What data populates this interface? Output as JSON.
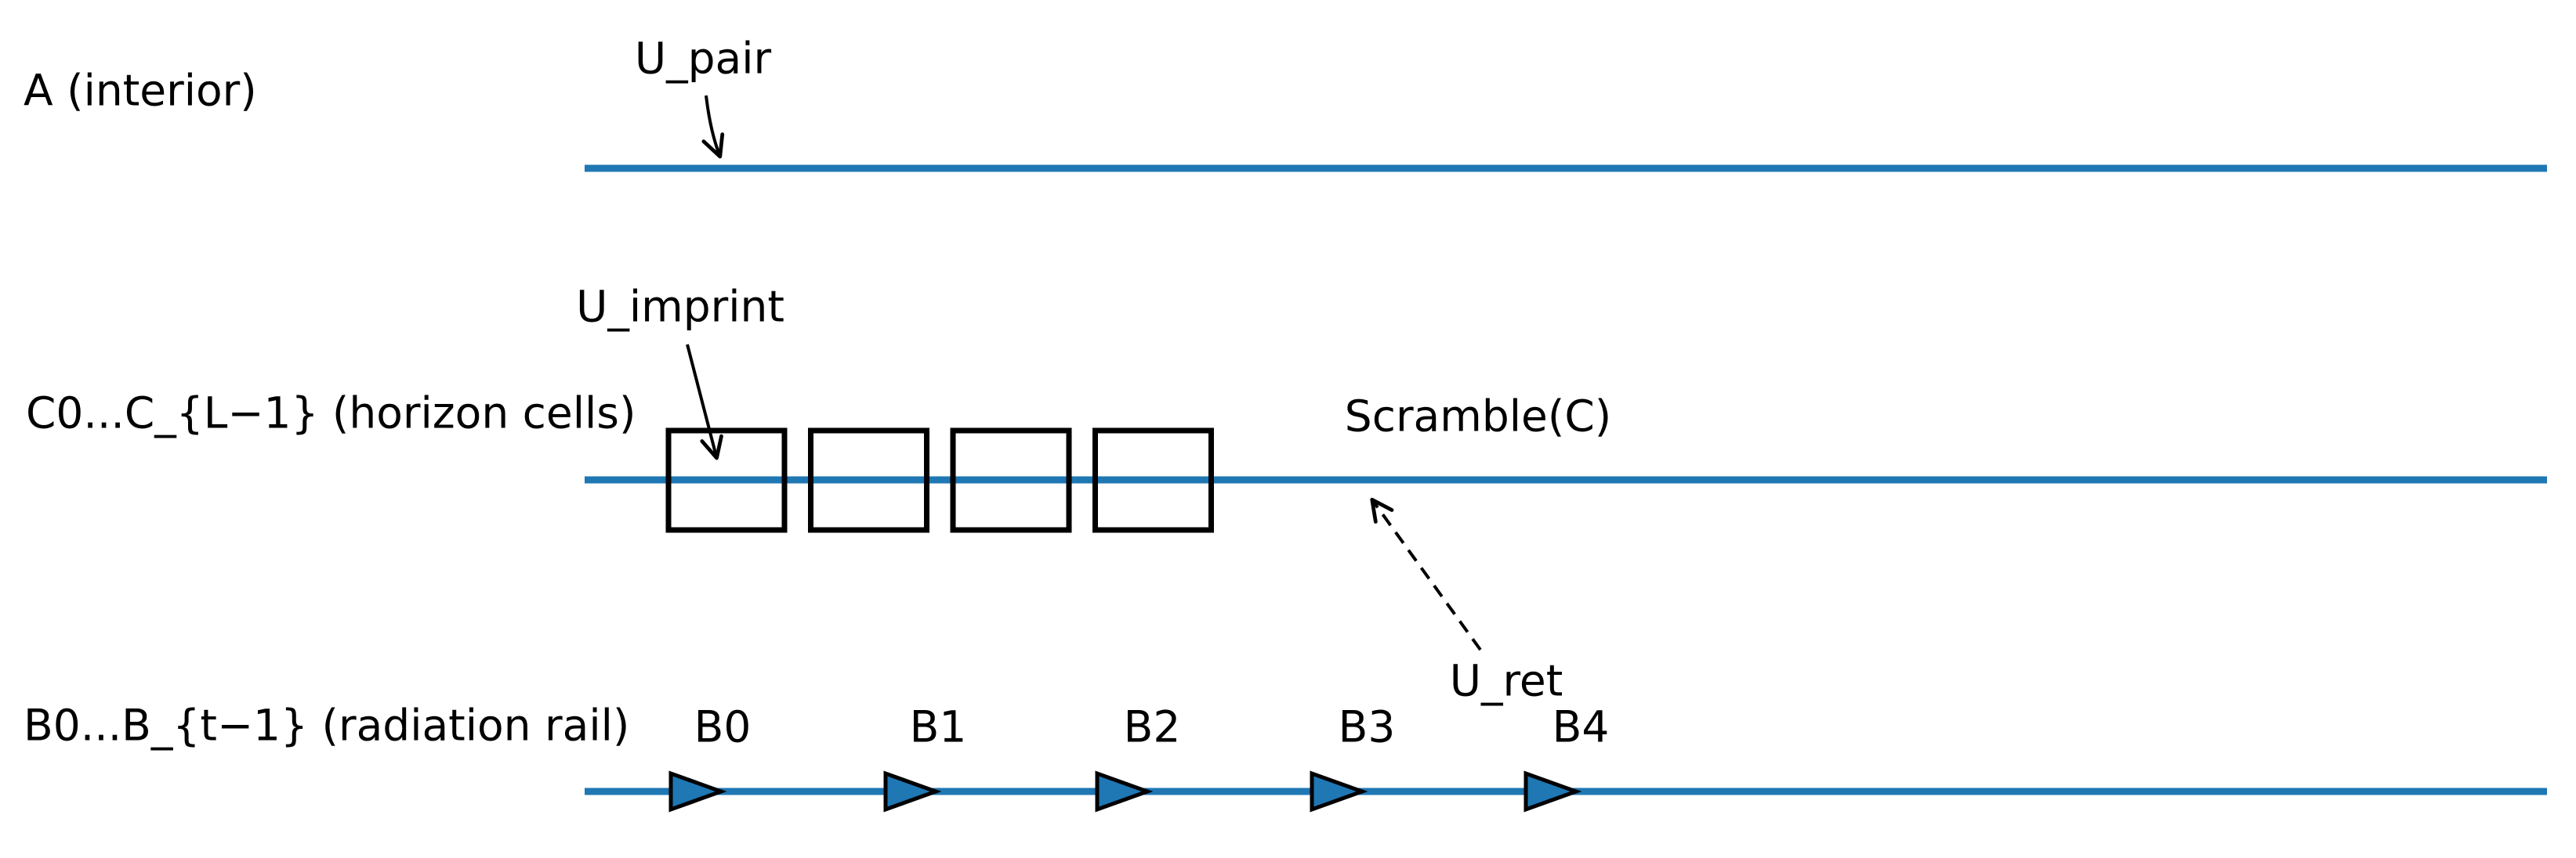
{
  "figure": {
    "rails": {
      "interior": {
        "label": "A (interior)"
      },
      "horizon": {
        "label": "C0...C_{L−1} (horizon cells)",
        "scramble_label": "Scramble(C)",
        "cell_count": 4
      },
      "radiation": {
        "label": "B0...B_{t−1} (radiation rail)",
        "markers": [
          {
            "label": "B0"
          },
          {
            "label": "B1"
          },
          {
            "label": "B2"
          },
          {
            "label": "B3"
          },
          {
            "label": "B4"
          }
        ]
      }
    },
    "gates": {
      "u_pair": {
        "label": "U_pair"
      },
      "u_imprint": {
        "label": "U_imprint"
      },
      "u_ret": {
        "label": "U_ret"
      }
    },
    "colors": {
      "rail_blue": "#1f77b4",
      "ink_black": "#000000"
    }
  }
}
